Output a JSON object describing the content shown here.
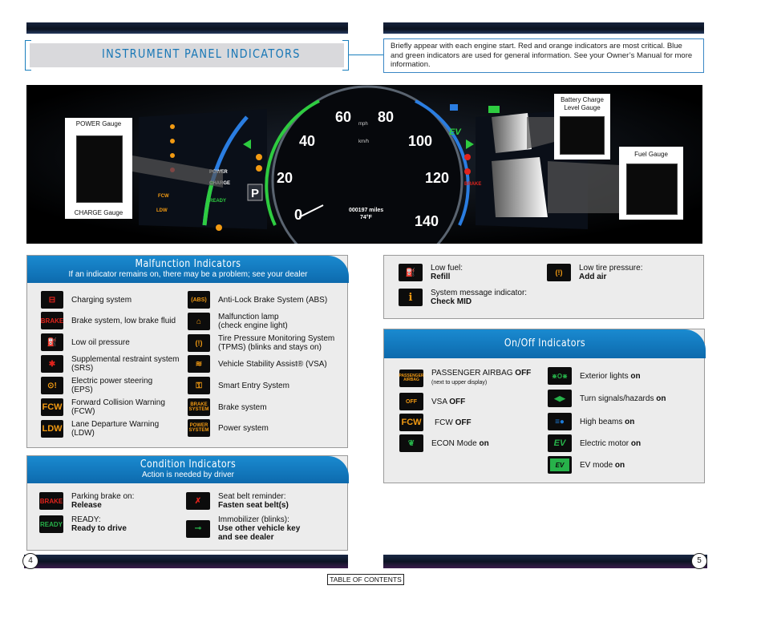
{
  "header": {
    "title": "INSTRUMENT PANEL INDICATORS",
    "intro": "Briefly appear with each engine start. Red and orange indicators are most critical. Blue and green indicators are used for general information. See your Owner’s Manual for more information."
  },
  "cluster": {
    "callouts": {
      "power_gauge": "POWER Gauge",
      "charge_gauge": "CHARGE Gauge",
      "battery": "Battery Charge Level Gauge",
      "fuel": "Fuel Gauge"
    },
    "speed_marks": [
      "0",
      "20",
      "40",
      "60",
      "80",
      "100",
      "120",
      "140"
    ],
    "odometer": "000197 miles",
    "temp": "74°F",
    "unit_mph": "mph",
    "unit_kmh": "km/h",
    "gear": "P",
    "ready": "READY",
    "power_label": "POWER",
    "charge_label": "CHARGE",
    "fcw": "FCW",
    "ldw": "LDW",
    "brake": "BRAKE",
    "ev": "EV"
  },
  "malfunction": {
    "title": "Malfunction Indicators",
    "subtitle": "If an indicator remains on, there may be a problem; see your dealer",
    "left": [
      {
        "icon": "battery-icon",
        "glyph": "⊟",
        "color": "#e0231c",
        "label": "Charging system"
      },
      {
        "icon": "brake-text-icon",
        "glyph": "BRAKE",
        "color": "#e0231c",
        "label": "Brake system, low brake fluid"
      },
      {
        "icon": "oil-can-icon",
        "glyph": "⛽",
        "color": "#e0231c",
        "label": "Low oil pressure"
      },
      {
        "icon": "airbag-icon",
        "glyph": "✱",
        "color": "#e0231c",
        "label": "Supplemental restraint system (SRS)"
      },
      {
        "icon": "steering-icon",
        "glyph": "⊙!",
        "color": "#f29a12",
        "label": "Electric power steering (EPS)"
      },
      {
        "icon": "fcw-text-icon",
        "glyph": "FCW",
        "color": "#f29a12",
        "label": "Forward Collision Warning (FCW)"
      },
      {
        "icon": "ldw-text-icon",
        "glyph": "LDW",
        "color": "#f29a12",
        "label": "Lane Departure Warning (LDW)"
      }
    ],
    "right": [
      {
        "icon": "abs-icon",
        "glyph": "(ABS)",
        "color": "#f29a12",
        "label": "Anti-Lock Brake System (ABS)"
      },
      {
        "icon": "engine-icon",
        "glyph": "⌂",
        "color": "#f29a12",
        "label": "Malfunction lamp (check engine light)"
      },
      {
        "icon": "tpms-icon",
        "glyph": "(!)",
        "color": "#f29a12",
        "label": "Tire Pressure Monitoring System (TPMS) (blinks and stays on)"
      },
      {
        "icon": "vsa-icon",
        "glyph": "≋",
        "color": "#f29a12",
        "label": "Vehicle Stability Assist® (VSA)"
      },
      {
        "icon": "smart-entry-icon",
        "glyph": "⚿",
        "color": "#f29a12",
        "label": "Smart Entry System"
      },
      {
        "icon": "brake-system-text-icon",
        "glyph": "BRAKE SYSTEM",
        "color": "#f29a12",
        "label": "Brake system"
      },
      {
        "icon": "power-system-text-icon",
        "glyph": "POWER SYSTEM",
        "color": "#f29a12",
        "label": "Power system"
      }
    ]
  },
  "condition": {
    "title": "Condition Indicators",
    "subtitle": "Action is needed by driver",
    "items": [
      {
        "icon": "parking-brake-icon",
        "glyph": "BRAKE",
        "color": "#e0231c",
        "label": "Parking brake on:",
        "action": "Release"
      },
      {
        "icon": "ready-icon",
        "glyph": "READY",
        "color": "#27b24a",
        "label": "READY:",
        "action": "Ready to drive"
      },
      {
        "icon": "seatbelt-icon",
        "glyph": "✗",
        "color": "#e0231c",
        "label": "Seat belt reminder:",
        "action": "Fasten seat belt(s)"
      },
      {
        "icon": "immobilizer-icon",
        "glyph": "⊸",
        "color": "#27b24a",
        "label": "Immobilizer (blinks):",
        "action": "Use other vehicle key and see dealer"
      }
    ]
  },
  "info": {
    "items": [
      {
        "icon": "fuel-pump-icon",
        "glyph": "⛽",
        "color": "#f29a12",
        "label": "Low fuel:",
        "action": "Refill"
      },
      {
        "icon": "info-icon",
        "glyph": "i",
        "color": "#f29a12",
        "label": "System message indicator:",
        "action": "Check MID"
      },
      {
        "icon": "tire-pressure-icon",
        "glyph": "(!)",
        "color": "#f29a12",
        "label": "Low tire pressure:",
        "action": "Add air"
      }
    ]
  },
  "onoff": {
    "title": "On/Off Indicators",
    "left": [
      {
        "icon": "passenger-airbag-off-icon",
        "glyph": "PASSENGER AIRBAG",
        "color": "#f29a12",
        "label": "PASSENGER AIRBAG",
        "state": "OFF",
        "note": "(next to upper display)"
      },
      {
        "icon": "vsa-off-icon",
        "glyph": "OFF",
        "color": "#f29a12",
        "label": "VSA",
        "state": "OFF"
      },
      {
        "icon": "fcw-off-icon",
        "glyph": "FCW",
        "color": "#f29a12",
        "label": "FCW",
        "state": "OFF"
      },
      {
        "icon": "econ-icon",
        "glyph": "❦",
        "color": "#27b24a",
        "label": "ECON Mode",
        "state": "on"
      }
    ],
    "right": [
      {
        "icon": "exterior-lights-icon",
        "glyph": "⋇O⋇",
        "color": "#27b24a",
        "label": "Exterior lights",
        "state": "on"
      },
      {
        "icon": "turn-signal-icon",
        "glyph": "◀▶",
        "color": "#27b24a",
        "label": "Turn signals/hazards",
        "state": "on"
      },
      {
        "icon": "high-beam-icon",
        "glyph": "≡●",
        "color": "#1d7bd8",
        "label": "High beams",
        "state": "on"
      },
      {
        "icon": "electric-motor-icon",
        "glyph": "EV",
        "color": "#27b24a",
        "label": "Electric motor",
        "state": "on"
      },
      {
        "icon": "ev-mode-icon",
        "glyph": "EV",
        "color": "#27b24a",
        "label": "EV mode",
        "state": "on"
      }
    ]
  },
  "footer": {
    "page_left": "4",
    "page_right": "5",
    "toc": "TABLE OF CONTENTS"
  }
}
